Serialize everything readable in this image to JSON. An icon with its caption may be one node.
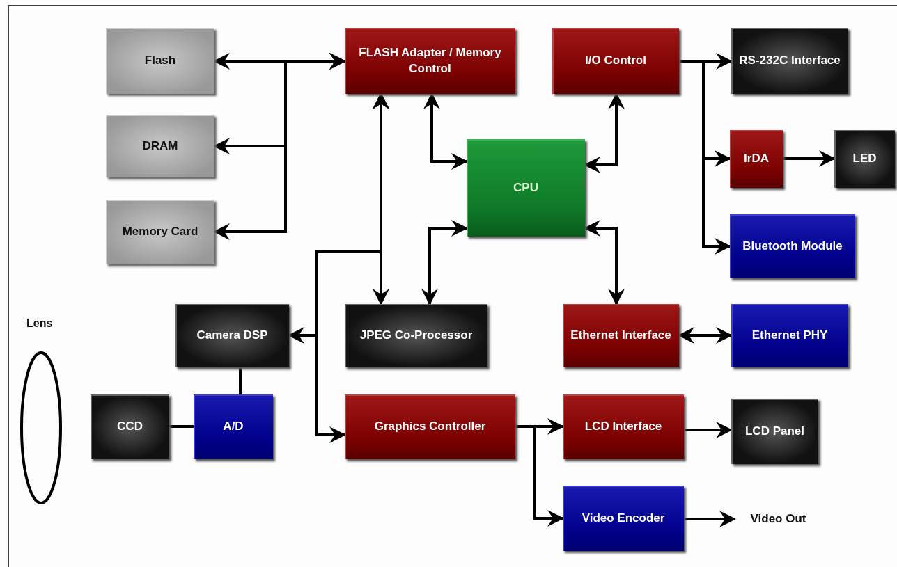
{
  "diagram": {
    "nodes": [
      {
        "text": [
          "Flash"
        ]
      },
      {
        "text": [
          "DRAM"
        ]
      },
      {
        "text": [
          "Memory Card"
        ]
      },
      {
        "text": [
          "FLASH Adapter / Memory Control"
        ]
      },
      {
        "text": [
          "I/O Control"
        ]
      },
      {
        "text": [
          "RS-232C Interface"
        ]
      },
      {
        "text": [
          "CPU"
        ]
      },
      {
        "text": [
          "IrDA"
        ]
      },
      {
        "text": [
          "LED"
        ]
      },
      {
        "text": [
          "Bluetooth Module"
        ]
      },
      {
        "text": [
          "Lens"
        ]
      },
      {
        "text": [
          "Camera DSP"
        ]
      },
      {
        "text": [
          "JPEG Co-Processor"
        ]
      },
      {
        "text": [
          "Ethernet Interface"
        ]
      },
      {
        "text": [
          "Ethernet PHY"
        ]
      },
      {
        "text": [
          "CCD"
        ]
      },
      {
        "text": [
          "A/D"
        ]
      },
      {
        "text": [
          "Graphics Controller"
        ]
      },
      {
        "text": [
          "LCD Interface"
        ]
      },
      {
        "text": [
          "LCD Panel"
        ]
      },
      {
        "text": [
          "Video Encoder"
        ]
      },
      {
        "text": [
          "Video Out"
        ]
      }
    ],
    "edges": [
      {
        "from": 3,
        "to": 0,
        "arrow": "both"
      },
      {
        "from": 3,
        "to": 1,
        "arrow": "both"
      },
      {
        "from": 3,
        "to": 2,
        "arrow": "both"
      },
      {
        "from": 3,
        "to": 12,
        "arrow": "both"
      },
      {
        "from": 3,
        "to": 11,
        "arrow": "both"
      },
      {
        "from": 3,
        "to": 17,
        "arrow": "both"
      },
      {
        "from": 3,
        "to": 6,
        "arrow": "both"
      },
      {
        "from": 4,
        "to": 6,
        "arrow": "both"
      },
      {
        "from": 6,
        "to": 12,
        "arrow": "both"
      },
      {
        "from": 6,
        "to": 13,
        "arrow": "both"
      },
      {
        "from": 4,
        "to": 5,
        "arrow": "to"
      },
      {
        "from": 4,
        "to": 7,
        "arrow": "to"
      },
      {
        "from": 4,
        "to": 9,
        "arrow": "to"
      },
      {
        "from": 7,
        "to": 8,
        "arrow": "to"
      },
      {
        "from": 13,
        "to": 14,
        "arrow": "both"
      },
      {
        "from": 11,
        "to": 16,
        "arrow": "none"
      },
      {
        "from": 15,
        "to": 16,
        "arrow": "none"
      },
      {
        "from": 17,
        "to": 18,
        "arrow": "to"
      },
      {
        "from": 17,
        "to": 20,
        "arrow": "to"
      },
      {
        "from": 18,
        "to": 19,
        "arrow": "to"
      },
      {
        "from": 20,
        "to": 21,
        "arrow": "to"
      }
    ]
  }
}
